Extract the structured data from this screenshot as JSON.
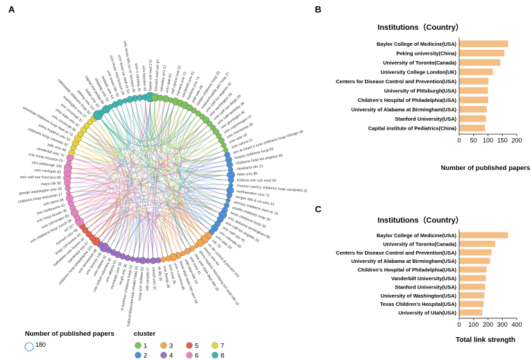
{
  "panels": {
    "a": "A",
    "b": "B",
    "c": "C"
  },
  "chord_title": "",
  "legend": {
    "size_title": "Number of published papers",
    "size_value": "180",
    "cluster_title": "cluster"
  },
  "colors": {
    "bar": "#F4BE84",
    "clusters": {
      "1": "#7DC25A",
      "2": "#4A90D9",
      "3": "#F6A54C",
      "4": "#9B6FC4",
      "5": "#E0624F",
      "6": "#E884C1",
      "7": "#E9D43A",
      "8": "#3CB3B0"
    }
  },
  "chart_data": [
    {
      "type": "network-chord",
      "clusters": [
        "1",
        "2",
        "3",
        "4",
        "5",
        "6",
        "7",
        "8"
      ],
      "nodes": [
        {
          "label": "univ texas hlth sci ctr houston 45",
          "cluster": "8",
          "papers": 45
        },
        {
          "label": "univ n carolina 40",
          "cluster": "8",
          "papers": 40
        },
        {
          "label": "univ houston 43",
          "cluster": "8",
          "papers": 43
        },
        {
          "label": "baylor coll med 170",
          "cluster": "8",
          "papers": 170
        },
        {
          "label": "harvard med sch 87",
          "cluster": "1",
          "papers": 87
        },
        {
          "label": "columbia univ 37",
          "cluster": "1",
          "papers": 37
        },
        {
          "label": "univ utah 62",
          "cluster": "1",
          "papers": 62
        },
        {
          "label": "natl cancer inst 22",
          "cluster": "1",
          "papers": 22
        },
        {
          "label": "harvard univ 72",
          "cluster": "1",
          "papers": 72
        },
        {
          "label": "vanderbilt univ 61",
          "cluster": "1",
          "papers": 61
        },
        {
          "label": "stanford univ 75",
          "cluster": "1",
          "papers": 75
        },
        {
          "label": "yale univ 48",
          "cluster": "1",
          "papers": 48
        },
        {
          "label": "boston childrens hosp 29",
          "cluster": "1",
          "papers": 29
        },
        {
          "label": "massachusetts gen hosp 27",
          "cluster": "1",
          "papers": 27
        },
        {
          "label": "univ calif los angeles 32",
          "cluster": "1",
          "papers": 32
        },
        {
          "label": "univ washington 56",
          "cluster": "1",
          "papers": 56
        },
        {
          "label": "univ calif san diego 29",
          "cluster": "1",
          "papers": 29
        },
        {
          "label": "univ calif berkeley 36",
          "cluster": "1",
          "papers": 36
        },
        {
          "label": "univ groningen 45",
          "cluster": "1",
          "papers": 45
        },
        {
          "label": "univ copenhagen 27",
          "cluster": "1",
          "papers": 27
        },
        {
          "label": "univ minnesota 38",
          "cluster": "1",
          "papers": 38
        },
        {
          "label": "univ oslo 26",
          "cluster": "1",
          "papers": 26
        },
        {
          "label": "univ oxford 21",
          "cluster": "1",
          "papers": 21
        },
        {
          "label": "ann & robert h lurie childrens hosp chicago 36",
          "cluster": "2",
          "papers": 36
        },
        {
          "label": "boston childrens hosp 55",
          "cluster": "2",
          "papers": 55
        },
        {
          "label": "childrens hosp los angeles 46",
          "cluster": "2",
          "papers": 46
        },
        {
          "label": "cleveland clin 21",
          "cluster": "2",
          "papers": 21
        },
        {
          "label": "duke univ 85",
          "cluster": "2",
          "papers": 85
        },
        {
          "label": "indiana univ sch med 39",
          "cluster": "2",
          "papers": 39
        },
        {
          "label": "monroe carell jr childrens hosp vanderbilt 15",
          "cluster": "2",
          "papers": 15
        },
        {
          "label": "northwestern univ 72",
          "cluster": "2",
          "papers": 72
        },
        {
          "label": "oregon hlth & sci univ 33",
          "cluster": "2",
          "papers": 33
        },
        {
          "label": "primary childrens med ctr 14",
          "cluster": "2",
          "papers": 14
        },
        {
          "label": "seattle childrens hosp 30",
          "cluster": "2",
          "papers": 30
        },
        {
          "label": "texas childrens hosp 36",
          "cluster": "2",
          "papers": 36
        },
        {
          "label": "univ alabama birmingham 96",
          "cluster": "2",
          "papers": 96
        },
        {
          "label": "univ calif los angeles 52",
          "cluster": "2",
          "papers": 52
        },
        {
          "label": "univ calif san 40",
          "cluster": "2",
          "papers": 40
        },
        {
          "label": "univ colorado 65",
          "cluster": "2",
          "papers": 65
        },
        {
          "label": "univ utah 34",
          "cluster": "2",
          "papers": 34
        },
        {
          "label": "cdc 76",
          "cluster": "3",
          "papers": 76
        },
        {
          "label": "ctr dis control & prevent 102",
          "cluster": "3",
          "papers": 102
        },
        {
          "label": "emory univ 84",
          "cluster": "3",
          "papers": 84
        },
        {
          "label": "johns hopkins bloomberg sch publ hlth 16",
          "cluster": "3",
          "papers": 16
        },
        {
          "label": "new york state dept hlth 30",
          "cluster": "3",
          "papers": 30
        },
        {
          "label": "univ iowa 41",
          "cluster": "3",
          "papers": 41
        },
        {
          "label": "utah dept hlth 19",
          "cluster": "3",
          "papers": 19
        },
        {
          "label": "texas dept state hlth serv 48",
          "cluster": "3",
          "papers": 48
        },
        {
          "label": "univ n carolina 86",
          "cluster": "3",
          "papers": 86
        },
        {
          "label": "univ iowa 35",
          "cluster": "3",
          "papers": 35
        },
        {
          "label": "univ florida 28",
          "cluster": "3",
          "papers": 28
        },
        {
          "label": "eli lilly 35",
          "cluster": "4",
          "papers": 35
        },
        {
          "label": "cornell univ 51",
          "cluster": "4",
          "papers": 51
        },
        {
          "label": "hlth canada 27",
          "cluster": "4",
          "papers": 27
        },
        {
          "label": "hosp sick children 62",
          "cluster": "4",
          "papers": 62
        },
        {
          "label": "holland bloorview kids rehabil hosp 33",
          "cluster": "4",
          "papers": 33
        },
        {
          "label": "le bonheur childrens hosp 23",
          "cluster": "4",
          "papers": 23
        },
        {
          "label": "mcgill univ 36",
          "cluster": "4",
          "papers": 36
        },
        {
          "label": "mcmaster univ 39",
          "cluster": "4",
          "papers": 39
        },
        {
          "label": "univ alberta 53",
          "cluster": "4",
          "papers": 53
        },
        {
          "label": "univ british columbia 45",
          "cluster": "4",
          "papers": 45
        },
        {
          "label": "univ ottawa 41",
          "cluster": "4",
          "papers": 41
        },
        {
          "label": "univ toronto 143",
          "cluster": "4",
          "papers": 143
        },
        {
          "label": "univ tennessee 48",
          "cluster": "4",
          "papers": 48
        },
        {
          "label": "childrens hosp philadelphia 101",
          "cluster": "5",
          "papers": 101
        },
        {
          "label": "karolinska inst 47",
          "cluster": "5",
          "papers": 47
        },
        {
          "label": "katholieke univ leuven 40",
          "cluster": "5",
          "papers": 40
        },
        {
          "label": "kings coll london 43",
          "cluster": "5",
          "papers": 43
        },
        {
          "label": "monash univ 48",
          "cluster": "5",
          "papers": 48
        },
        {
          "label": "ucl 117",
          "cluster": "6",
          "papers": 117
        },
        {
          "label": "univ childrens hosp zurich 38",
          "cluster": "6",
          "papers": 38
        },
        {
          "label": "univ coll london 83",
          "cluster": "6",
          "papers": 83
        },
        {
          "label": "univ hosp leuven 35",
          "cluster": "6",
          "papers": 35
        },
        {
          "label": "univ melbourne 42",
          "cluster": "6",
          "papers": 42
        },
        {
          "label": "univ penn 68",
          "cluster": "6",
          "papers": 68
        },
        {
          "label": "childrens hosp wisconsin 17",
          "cluster": "6",
          "papers": 17
        },
        {
          "label": "george washington univ 33",
          "cluster": "6",
          "papers": 33
        },
        {
          "label": "mayo clin 50",
          "cluster": "6",
          "papers": 50
        },
        {
          "label": "univ calif san francisco 80",
          "cluster": "6",
          "papers": 80
        },
        {
          "label": "univ michigan 81",
          "cluster": "6",
          "papers": 81
        },
        {
          "label": "univ pittsburgh 100",
          "cluster": "6",
          "papers": 100
        },
        {
          "label": "univ texas houston 20",
          "cluster": "6",
          "papers": 20
        },
        {
          "label": "vanderbilt univ 70",
          "cluster": "6",
          "papers": 70
        },
        {
          "label": "yale univ 48",
          "cluster": "7",
          "papers": 48
        },
        {
          "label": "childrens hosp colorado 32",
          "cluster": "7",
          "papers": 32
        },
        {
          "label": "johns hopkins univ 53",
          "cluster": "7",
          "papers": 53
        },
        {
          "label": "cincinnati childrens hosp med ctr 73",
          "cluster": "7",
          "papers": 73
        },
        {
          "label": "univ cincinnati 39",
          "cluster": "7",
          "papers": 39
        },
        {
          "label": "ohio state univ 42",
          "cluster": "7",
          "papers": 42
        },
        {
          "label": "univ cincinnati 37",
          "cluster": "7",
          "papers": 37
        },
        {
          "label": "washington univ 27",
          "cluster": "7",
          "papers": 27
        },
        {
          "label": "nationwide childrens hosp 50",
          "cluster": "7",
          "papers": 50
        },
        {
          "label": "peking univ 157",
          "cluster": "8",
          "papers": 157
        },
        {
          "label": "fudan univ 33",
          "cluster": "8",
          "papers": 33
        },
        {
          "label": "capital inst pediat 90",
          "cluster": "8",
          "papers": 90
        },
        {
          "label": "zhejiang univ 23",
          "cluster": "8",
          "papers": 23
        },
        {
          "label": "sichuan univ 44",
          "cluster": "8",
          "papers": 44
        },
        {
          "label": "univ texas hlth 43",
          "cluster": "8",
          "papers": 43
        },
        {
          "label": "univ texas med branch 20",
          "cluster": "8",
          "papers": 20
        },
        {
          "label": "univ texas sw med ctr 53",
          "cluster": "8",
          "papers": 53
        }
      ]
    },
    {
      "type": "bar",
      "orientation": "horizontal",
      "title": "Institutions（Country）",
      "xlabel": "Number of published papers",
      "categories": [
        "Baylor College of Medicine(USA)",
        "Peking university(China)",
        "University of Toronto(Canada)",
        "University College London(UK)",
        "Centers for Disease Control and Prevention(USA)",
        "University of Pittsburgh(USA)",
        "Children's Hospital of Philadelphia(USA)",
        "University of Alabama at Birmingham(USA)",
        "Stanford University(USA)",
        "Capital institute of Pediatrics(China)"
      ],
      "values": [
        170,
        157,
        143,
        117,
        102,
        100,
        101,
        96,
        93,
        90
      ],
      "xlim": [
        0,
        200
      ],
      "xticks": [
        "0",
        "50",
        "100",
        "150",
        "200"
      ]
    },
    {
      "type": "bar",
      "orientation": "horizontal",
      "title": "Institutions（Country）",
      "xlabel": "Total link strength",
      "categories": [
        "Baylor College of Medicine(USA)",
        "University of Toronto(Canada)",
        "Centers for Disease Control and Prevention(USA)",
        "University of Alabama at Birmingham(USA)",
        "Children's Hospital of Philadelphia(USA)",
        "Vanderbilt University(USA)",
        "Stanford University(USA)",
        "University of Washington(USA)",
        "Texas Children's Hospital(USA)",
        "University of Utah(USA)"
      ],
      "values": [
        340,
        250,
        225,
        215,
        190,
        185,
        180,
        175,
        170,
        160
      ],
      "xlim": [
        0,
        400
      ],
      "xticks": [
        "0",
        "100",
        "200",
        "300",
        "400"
      ]
    }
  ]
}
